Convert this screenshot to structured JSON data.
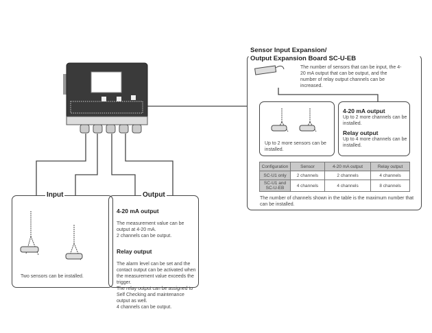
{
  "input": {
    "title": "Input",
    "caption": "Two sensors can be installed."
  },
  "output": {
    "title": "Output",
    "ma_heading": "4-20 mA output",
    "ma_text": "The measurement value can be output at 4-20 mA.\n2 channels can be output.",
    "relay_heading": "Relay output",
    "relay_text": "The alarm level can be set and the contact output can be activated when the measurement value exceeds the trigger.\nThe relay output can be assigned to Self Checking and maintenance output as well.\n4 channels can be output."
  },
  "expansion": {
    "title_line1": "Sensor Input Expansion/",
    "title_line2": "Output Expansion Board SC-U-EB",
    "description": "The number of sensors that can be input, the 4-20 mA output that can be output, and the number of relay output channels can be increased.",
    "sensor_caption": "Up to 2 more sensors can be installed.",
    "ma_heading": "4-20 mA output",
    "ma_text": "Up to 2 more channels can be installed.",
    "relay_heading": "Relay output",
    "relay_text": "Up to 4 more channels can be installed.",
    "table": {
      "headers": [
        "Configuration",
        "Sensor",
        "4-20 mA output",
        "Relay output"
      ],
      "rows": [
        [
          "SC-U1 only",
          "2 channels",
          "2 channels",
          "4 channels"
        ],
        [
          "SC-U1 and SC-U-EB",
          "4 channels",
          "4 channels",
          "8 channels"
        ]
      ]
    },
    "footnote": "The number of channels shown in the table is the maximum number that can be installed."
  }
}
